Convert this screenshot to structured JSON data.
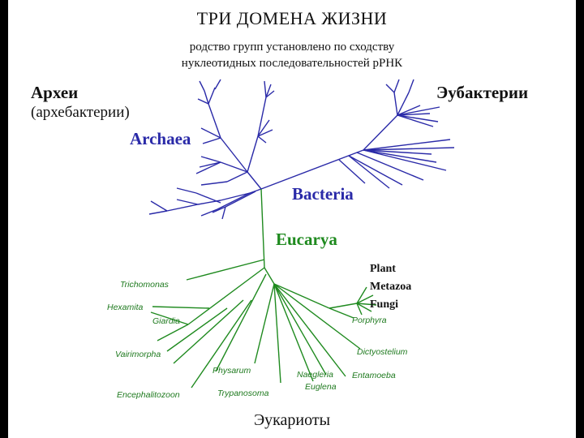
{
  "colors": {
    "archaea": "#2a2aa8",
    "bacteria": "#2a2aa8",
    "eucarya": "#1f8a1f",
    "background": "#000000",
    "slide": "#ffffff"
  },
  "slide": {
    "title": "ТРИ ДОМЕНА ЖИЗНИ",
    "subtitle_line1": "родство групп установлено по сходству",
    "subtitle_line2": "нуклеотидных последовательностей рРНК",
    "archaea_ru": "Археи",
    "archaea_ru_alt": "(архебактерии)",
    "bacteria_ru": "Эубактерии",
    "eukaryota_ru": "Эукариоты"
  },
  "tree": {
    "domains": {
      "archaea": "Archaea",
      "bacteria": "Bacteria",
      "eucarya": "Eucarya"
    },
    "groups": [
      "Plant",
      "Metazoa",
      "Fungi"
    ],
    "species": [
      "Trichomonas",
      "Hexamita",
      "Giardia",
      "Vairimorpha",
      "Encephalitozoon",
      "Physarum",
      "Trypanosoma",
      "Naegleria",
      "Euglena",
      "Entamoeba",
      "Dictyostelium",
      "Porphyra"
    ]
  }
}
